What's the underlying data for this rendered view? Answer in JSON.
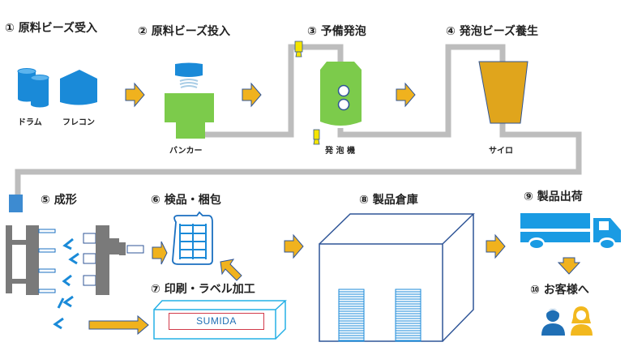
{
  "diagram": {
    "title": "Production process flow",
    "colors": {
      "arrow": "#f0b21e",
      "arrow_border": "#2f5597",
      "pipe": "#bdbdbd",
      "blue": "#1a8ad8",
      "green": "#7ccb4b",
      "silo": "#e0a51c",
      "machine": "#7a7a7a",
      "valve": "#f5e400",
      "person_male": "#1f6fb5",
      "person_female": "#f2b81e"
    },
    "steps": [
      {
        "num": "①",
        "label": "原料ビーズ受入",
        "items": [
          "ドラム",
          "フレコン"
        ]
      },
      {
        "num": "②",
        "label": "原料ビーズ投入",
        "items": [
          "バンカー"
        ]
      },
      {
        "num": "③",
        "label": "予備発泡",
        "items": [
          "発 泡 機"
        ]
      },
      {
        "num": "④",
        "label": "発泡ビーズ養生",
        "items": [
          "サイロ"
        ]
      },
      {
        "num": "⑤",
        "label": "成形",
        "items": []
      },
      {
        "num": "⑥",
        "label": "検品・梱包",
        "items": []
      },
      {
        "num": "⑦",
        "label": "印刷・ラベル加工",
        "items": [
          "SUMIDA"
        ]
      },
      {
        "num": "⑧",
        "label": "製品倉庫",
        "items": []
      },
      {
        "num": "⑨",
        "label": "製品出荷",
        "items": []
      },
      {
        "num": "⑩",
        "label": "お客様へ",
        "items": []
      }
    ],
    "icons": {
      "drum": "drum-icon",
      "flexible_container": "flexible-container-icon",
      "hopper": "hopper-icon",
      "pre_expander": "pre-expander-icon",
      "silo": "silo-icon",
      "molding_machine": "molding-machine-icon",
      "inspection_box": "packing-box-icon",
      "printed_block": "printed-block-icon",
      "warehouse": "warehouse-icon",
      "truck": "truck-icon",
      "customers": "customers-icon"
    }
  }
}
